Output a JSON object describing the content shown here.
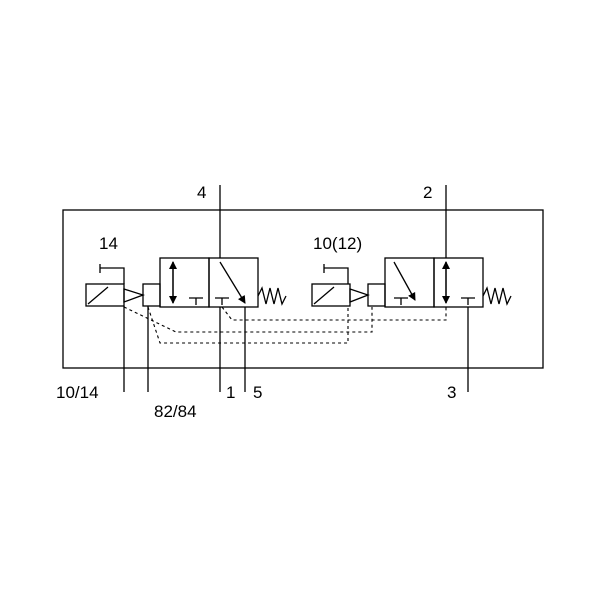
{
  "labels": {
    "port_4": "4",
    "port_2": "2",
    "pilot_14": "14",
    "pilot_10_12": "10(12)",
    "port_10_14": "10/14",
    "port_82_84": "82/84",
    "port_1": "1",
    "port_5": "5",
    "port_3": "3"
  },
  "icons": {
    "left_valve": "solenoid-valve-symbol-icon",
    "right_valve": "solenoid-valve-symbol-icon",
    "spring": "spring-icon",
    "flow_arrow": "flow-arrow-icon"
  },
  "colors": {
    "line": "#000000",
    "background": "#ffffff"
  }
}
